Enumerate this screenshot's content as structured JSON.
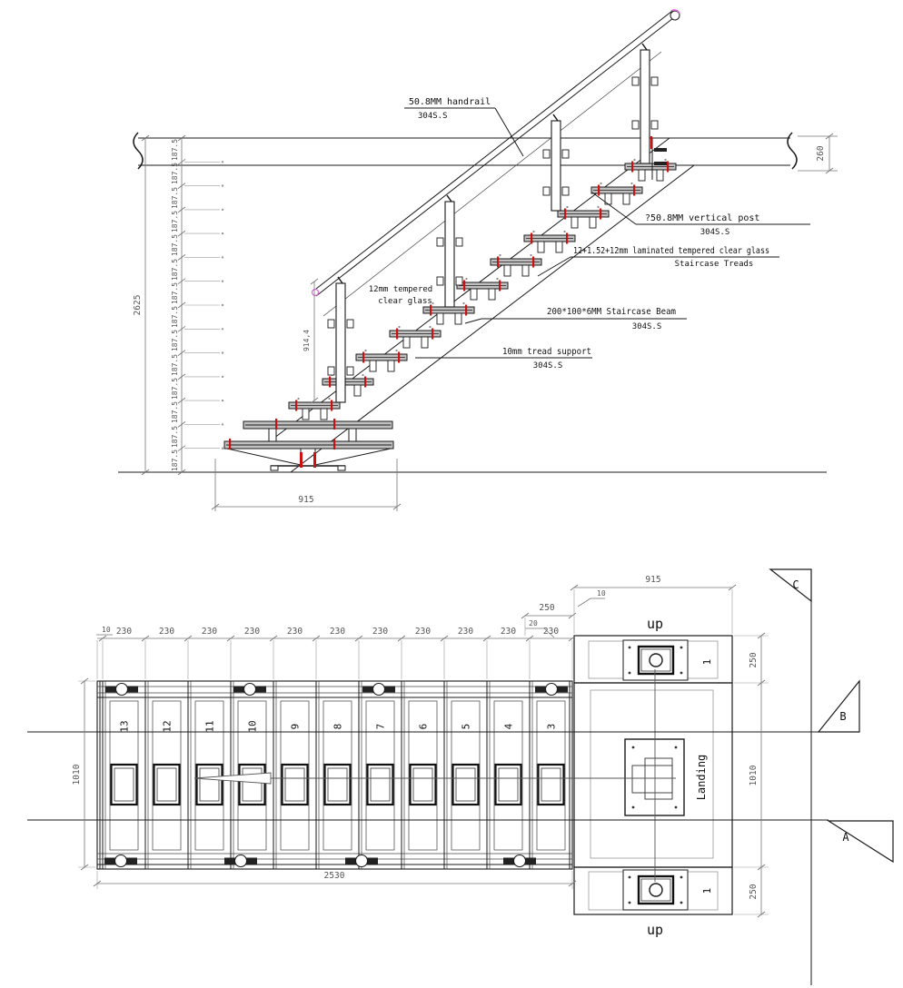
{
  "elevation": {
    "handrail_label": "50.8MM handrail",
    "handrail_spec": "304S.S",
    "post_label": "?50.8MM vertical post",
    "post_spec": "304S.S",
    "glass_tread_label": "12+1.52+12mm laminated tempered clear glass",
    "glass_tread_sub": "Staircase Treads",
    "beam_label": "200*100*6MM Staircase Beam",
    "beam_spec": "304S.S",
    "support_label": "10mm tread support",
    "support_spec": "304S.S",
    "glass_label_1": "12mm tempered",
    "glass_label_2": "clear glass",
    "total_height": "2625",
    "riser": "187.5",
    "slab_thickness": "260",
    "base_width": "915",
    "glass_height": "914,4"
  },
  "plan": {
    "rail_offset": "10",
    "tread_depth": "230",
    "nosing": "20",
    "first_tread_depth": "250",
    "gap": "10",
    "landing_width": "915",
    "landing_top": "250",
    "landing_length": "1010",
    "landing_bottom": "250",
    "flight_width": "1010",
    "flight_length": "2530",
    "treads": [
      "13",
      "12",
      "11",
      "10",
      "9",
      "8",
      "7",
      "6",
      "5",
      "4",
      "3"
    ],
    "first_tread": "1",
    "up": "up",
    "landing": "Landing",
    "section_c": "C",
    "section_b": "B",
    "section_a": "A"
  },
  "colors": {
    "line": "#1a1a1a",
    "dim": "#777777",
    "accent_red": "#cc1111",
    "accent_magenta": "#d86ad8",
    "tread_fill": "#c0c0c0"
  }
}
